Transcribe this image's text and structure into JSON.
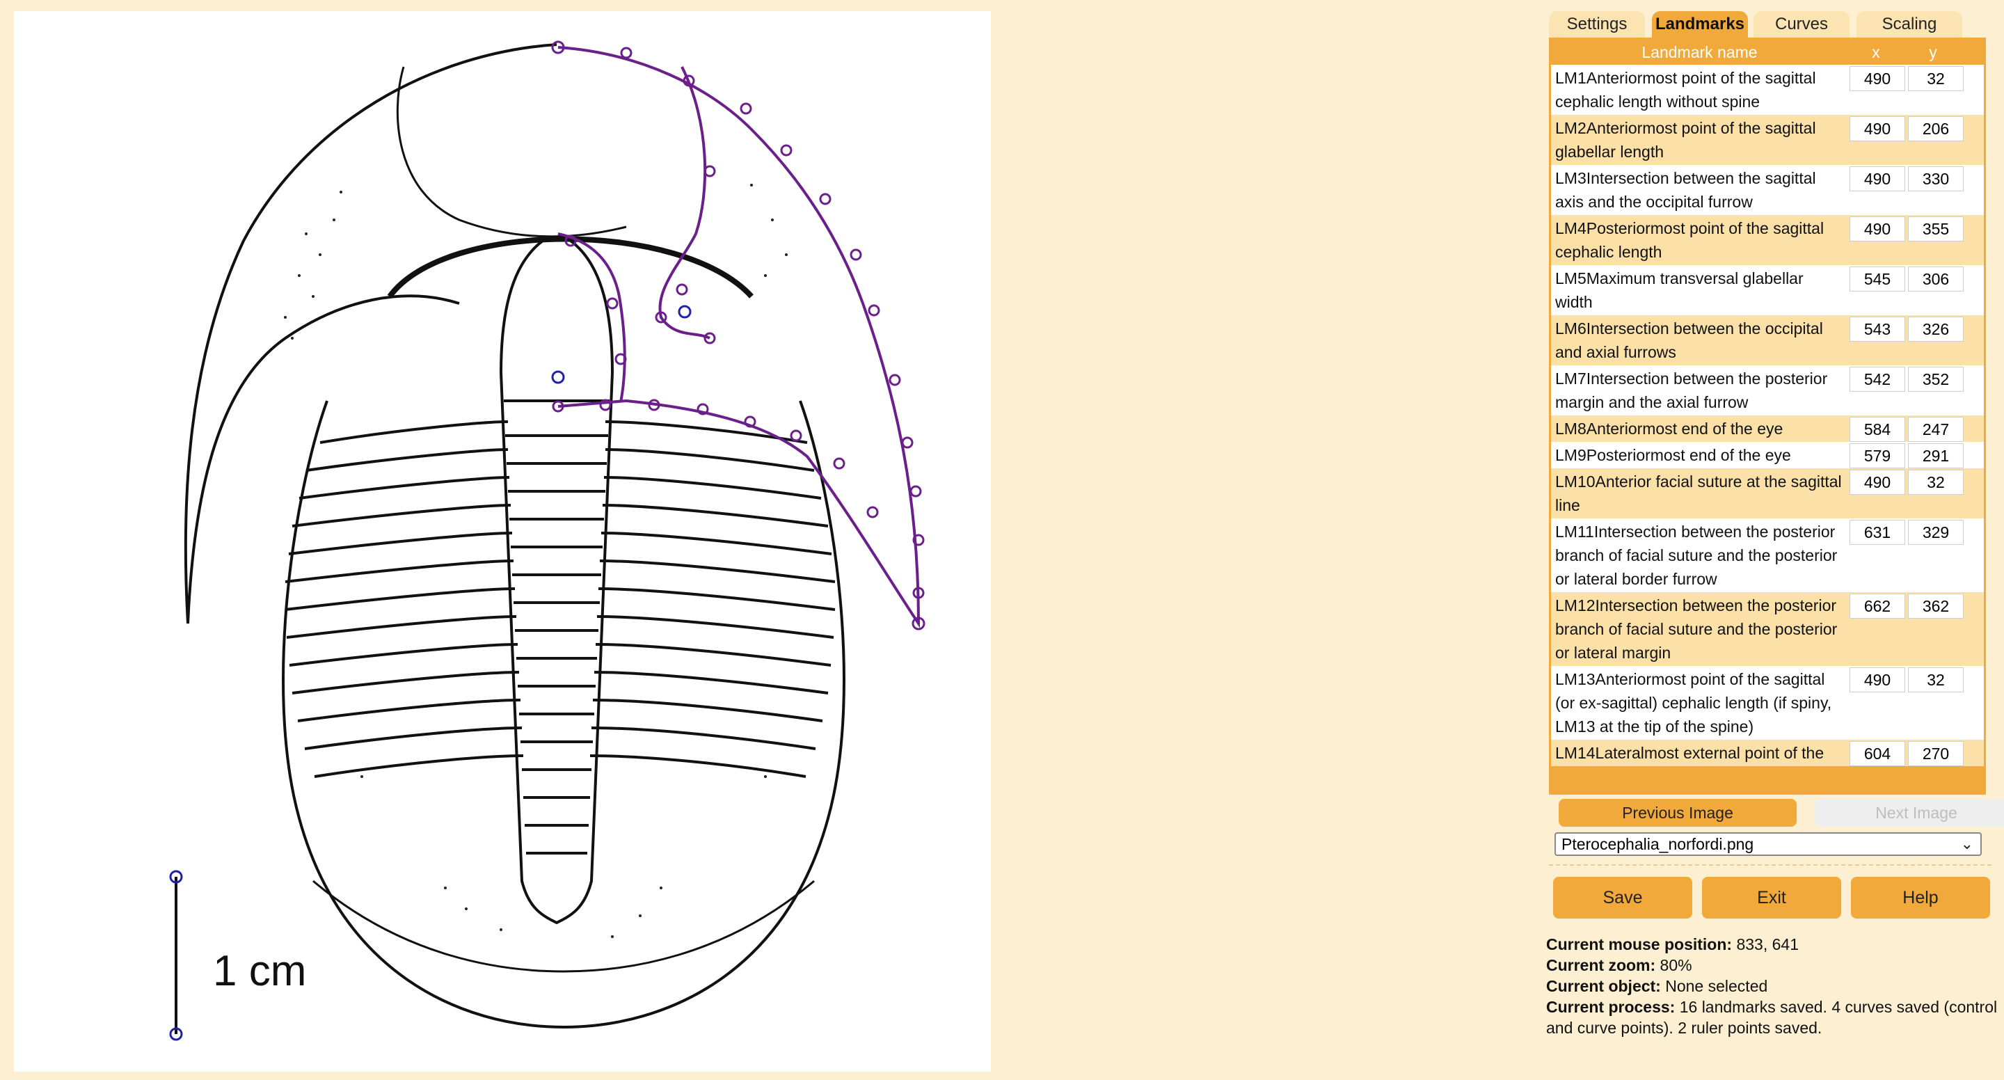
{
  "tabs": [
    {
      "label": "Settings"
    },
    {
      "label": "Landmarks"
    },
    {
      "label": "Curves"
    },
    {
      "label": "Scaling"
    }
  ],
  "landmark_table": {
    "col_name": "Landmark name",
    "col_x": "x",
    "col_y": "y",
    "rows": [
      {
        "label": "LM1Anteriormost point of the sagittal cephalic length without spine",
        "x": "490",
        "y": "32"
      },
      {
        "label": "LM2Anteriormost point of the sagittal glabellar length",
        "x": "490",
        "y": "206"
      },
      {
        "label": "LM3Intersection between the sagittal axis and the occipital furrow",
        "x": "490",
        "y": "330"
      },
      {
        "label": "LM4Posteriormost point of the sagittal cephalic length",
        "x": "490",
        "y": "355"
      },
      {
        "label": "LM5Maximum transversal glabellar width",
        "x": "545",
        "y": "306"
      },
      {
        "label": "LM6Intersection between the occipital and axial furrows",
        "x": "543",
        "y": "326"
      },
      {
        "label": "LM7Intersection between the posterior margin and the axial furrow",
        "x": "542",
        "y": "352"
      },
      {
        "label": "LM8Anteriormost end of the eye",
        "x": "584",
        "y": "247"
      },
      {
        "label": "LM9Posteriormost end of the eye",
        "x": "579",
        "y": "291"
      },
      {
        "label": "LM10Anterior facial suture at the sagittal line",
        "x": "490",
        "y": "32"
      },
      {
        "label": "LM11Intersection between the posterior branch of facial suture and the posterior or lateral border furrow",
        "x": "631",
        "y": "329"
      },
      {
        "label": "LM12Intersection between the posterior branch of facial suture and the posterior or lateral margin",
        "x": "662",
        "y": "362"
      },
      {
        "label": "LM13Anteriormost point of the sagittal (or ex-sagittal) cephalic length (if spiny, LM13 at the tip of the spine)",
        "x": "490",
        "y": "32"
      },
      {
        "label": "LM14Lateralmost external point of the",
        "x": "604",
        "y": "270"
      }
    ]
  },
  "nav": {
    "previous_label": "Previous Image",
    "next_label": "Next Image"
  },
  "file_select": {
    "selected": "Pterocephalia_norfordi.png"
  },
  "buttons": {
    "save": "Save",
    "exit": "Exit",
    "help": "Help"
  },
  "status": {
    "mouse_label": "Current mouse position:",
    "mouse_value": " 833, 641",
    "zoom_label": "Current zoom:",
    "zoom_value": " 80%",
    "object_label": "Current object:",
    "object_value": " None selected",
    "process_label": "Current process:",
    "process_value": " 16 landmarks saved. 4 curves saved (control and curve points). 2 ruler points saved."
  },
  "image": {
    "scale_label": "1 cm"
  },
  "colors": {
    "accent": "#f2a93b",
    "curve": "#6a1f8a",
    "ruler": "#1f22a8"
  }
}
